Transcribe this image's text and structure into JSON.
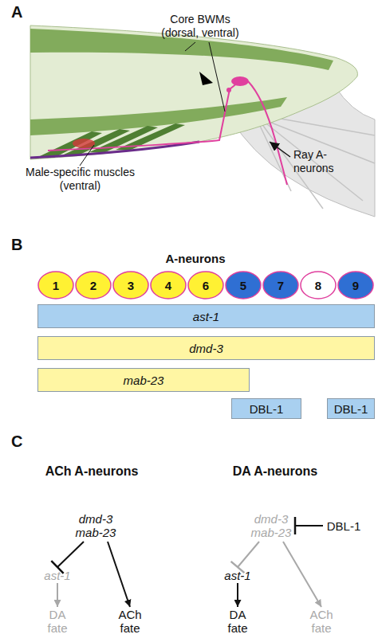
{
  "diagram": {
    "nodes": [
      {
        "text": [
          "1"
        ]
      },
      {
        "text": [
          "2"
        ]
      },
      {
        "text": [
          "3"
        ]
      },
      {
        "text": [
          "4"
        ]
      },
      {
        "text": [
          "6"
        ]
      },
      {
        "text": [
          "5"
        ]
      },
      {
        "text": [
          "7"
        ]
      },
      {
        "text": [
          "8"
        ]
      },
      {
        "text": [
          "9"
        ]
      },
      {
        "text": [
          "ast-1"
        ]
      },
      {
        "text": [
          "dmd-3"
        ]
      },
      {
        "text": [
          "mab-23"
        ]
      },
      {
        "text": [
          "DBL-1"
        ]
      },
      {
        "text": [
          "DBL-1"
        ]
      },
      {
        "text": [
          "dmd-3 mab-23"
        ]
      },
      {
        "text": [
          "ast-1"
        ]
      },
      {
        "text": [
          "DA fate"
        ]
      },
      {
        "text": [
          "ACh fate"
        ]
      },
      {
        "text": [
          "dmd-3 mab-23"
        ]
      },
      {
        "text": [
          "DBL-1"
        ]
      },
      {
        "text": [
          "ast-1"
        ]
      },
      {
        "text": [
          "DA fate"
        ]
      },
      {
        "text": [
          "ACh fate"
        ]
      }
    ],
    "edges": [
      {
        "from": 14,
        "to": 15,
        "arrow": "none"
      },
      {
        "from": 14,
        "to": 17,
        "arrow": "to"
      },
      {
        "from": 15,
        "to": 16,
        "arrow": "to"
      },
      {
        "from": 19,
        "to": 18,
        "arrow": "none"
      },
      {
        "from": 18,
        "to": 20,
        "arrow": "none"
      },
      {
        "from": 18,
        "to": 22,
        "arrow": "to"
      },
      {
        "from": 20,
        "to": 21,
        "arrow": "to"
      }
    ],
    "labels": [
      "A",
      "Core BWMs (dorsal, ventral)",
      "Ray A-neurons",
      "Male-specific muscles (ventral)",
      "B",
      "A-neurons",
      "C",
      "ACh A-neurons",
      "DA A-neurons"
    ]
  }
}
